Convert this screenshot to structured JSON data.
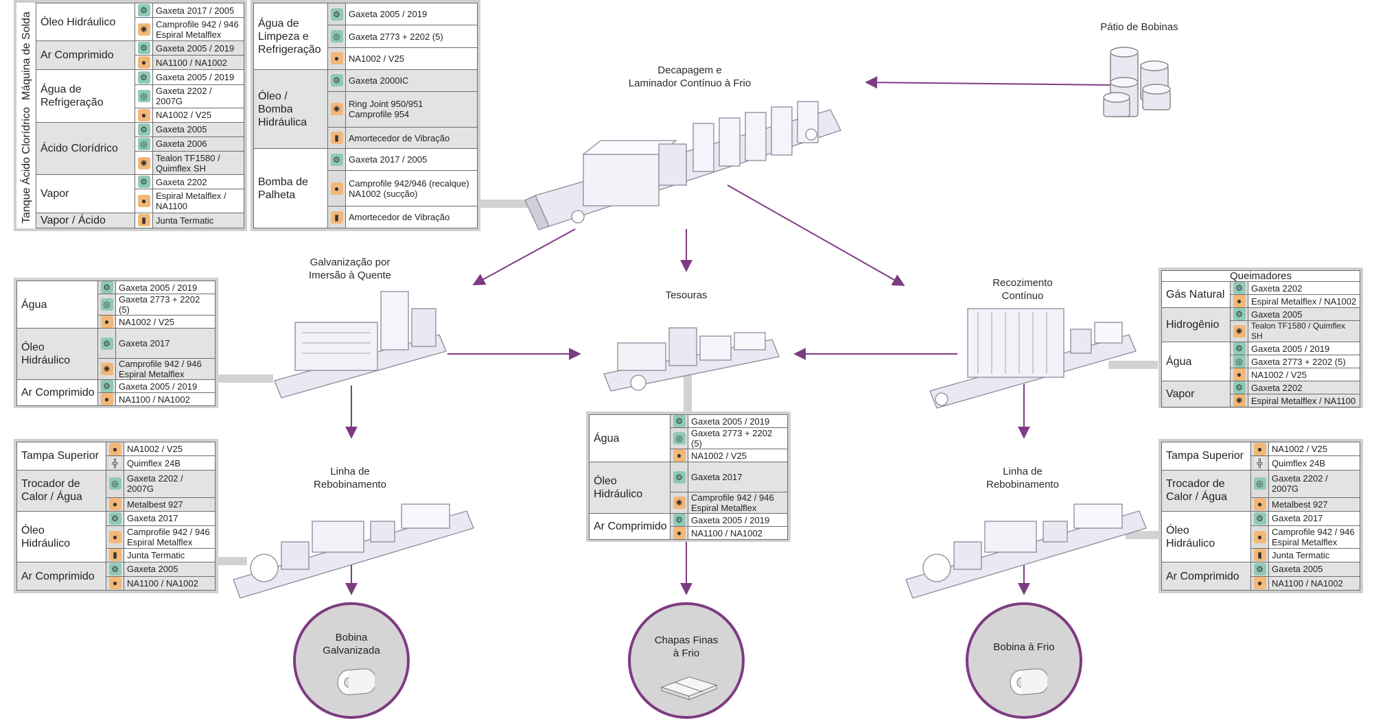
{
  "nodes": {
    "patio": "Pátio de Bobinas",
    "decapagem_1": "Decapagem e",
    "decapagem_2": "Laminador Contínuo à Frio",
    "galv_1": "Galvanização por",
    "galv_2": "Imersão à Quente",
    "tesouras": "Tesouras",
    "recoz_1": "Recozimento",
    "recoz_2": "Contínuo",
    "rebob_1": "Linha de",
    "rebob_2": "Rebobinamento",
    "bobina_galv_1": "Bobina",
    "bobina_galv_2": "Galvanizada",
    "chapas_1": "Chapas Finas",
    "chapas_2": "à Frio",
    "bobina_frio": "Bobina à Frio"
  },
  "tank_label": "Tanque Ácido Clorídrico",
  "weld_label": "Máquina de Solda",
  "t1": {
    "oleo": "Óleo Hidráulico",
    "ar": "Ar Comprimido",
    "agua_1": "Água de",
    "agua_2": "Refrigeração",
    "acido": "Ácido Clorídrico",
    "vapor": "Vapor",
    "vapor_acido": "Vapor / Ácido",
    "p1": "Gaxeta 2017 / 2005",
    "p2a": "Camprofile 942 / 946",
    "p2b": "Espiral Metalflex",
    "p3": "Gaxeta 2005 / 2019",
    "p4": "NA1100 / NA1002",
    "p5": "Gaxeta 2005 / 2019",
    "p6": "Gaxeta 2202 / 2007G",
    "p7": "NA1002 / V25",
    "p8": "Gaxeta 2005",
    "p9": "Gaxeta 2006",
    "p10a": "Tealon TF1580 /",
    "p10b": "Quimflex SH",
    "p11": "Gaxeta 2202",
    "p12a": "Espiral Metalflex /",
    "p12b": "NA1100",
    "p13": "Junta Termatic"
  },
  "t2": {
    "agua_1": "Água de",
    "agua_2": "Limpeza e",
    "agua_3": "Refrigeração",
    "oleo_1": "Óleo / Bomba",
    "oleo_2": "Hidráulica",
    "bomba_1": "Bomba de",
    "bomba_2": "Palheta",
    "p1": "Gaxeta 2005 / 2019",
    "p2": "Gaxeta 2773 + 2202 (5)",
    "p3": "NA1002 / V25",
    "p4": "Gaxeta 2000IC",
    "p5a": "Ring Joint 950/951",
    "p5b": "Camprofile 954",
    "p6": "Amortecedor de Vibração",
    "p7": "Gaxeta 2017 / 2005",
    "p8a": "Camprofile 942/946 (recalque)",
    "p8b": "NA1002 (sucção)",
    "p9": "Amortecedor de Vibração"
  },
  "t3": {
    "agua": "Água",
    "oleo_1": "Óleo",
    "oleo_2": "Hidráulico",
    "ar": "Ar Comprimido",
    "p1": "Gaxeta 2005 / 2019",
    "p2": "Gaxeta 2773 + 2202 (5)",
    "p3": "NA1002 / V25",
    "p4": "Gaxeta 2017",
    "p5a": "Camprofile 942 / 946",
    "p5b": "Espiral Metalflex",
    "p6": "Gaxeta 2005 / 2019",
    "p7": "NA1100 / NA1002"
  },
  "t4": {
    "agua": "Água",
    "oleo_1": "Óleo",
    "oleo_2": "Hidráulico",
    "ar": "Ar Comprimido",
    "p1": "Gaxeta 2005 / 2019",
    "p2": "Gaxeta 2773 + 2202 (5)",
    "p3": "NA1002 / V25",
    "p4": "Gaxeta 2017",
    "p5a": "Camprofile 942 / 946",
    "p5b": "Espiral Metalflex",
    "p6": "Gaxeta 2005 / 2019",
    "p7": "NA1100 / NA1002"
  },
  "t5": {
    "header": "Queimadores",
    "gas": "Gás Natural",
    "hidro": "Hidrogênio",
    "agua": "Água",
    "vapor": "Vapor",
    "p1": "Gaxeta 2202",
    "p2": "Espiral Metalflex / NA1002",
    "p3": "Gaxeta 2005",
    "p4": "Tealon TF1580 / Quimflex SH",
    "p5": "Gaxeta 2005 / 2019",
    "p6": "Gaxeta 2773 + 2202 (5)",
    "p7": "NA1002 / V25",
    "p8": "Gaxeta 2202",
    "p9": "Espiral Metalflex / NA1100"
  },
  "t6": {
    "tampa": "Tampa Superior",
    "troc_1": "Trocador de",
    "troc_2": "Calor / Água",
    "oleo_1": "Óleo",
    "oleo_2": "Hidráulico",
    "ar": "Ar Comprimido",
    "p1": "NA1002 / V25",
    "p2": "Quimflex 24B",
    "p3": "Gaxeta 2202 / 2007G",
    "p4": "Metalbest 927",
    "p5": "Gaxeta 2017",
    "p6a": "Camprofile 942 / 946",
    "p6b": "Espiral Metalflex",
    "p7": "Junta Termatic",
    "p8": "Gaxeta 2005",
    "p9": "NA1100 / NA1002"
  },
  "t7": {
    "tampa": "Tampa Superior",
    "troc_1": "Trocador de",
    "troc_2": "Calor / Água",
    "oleo_1": "Óleo",
    "oleo_2": "Hidráulico",
    "ar": "Ar Comprimido",
    "p1": "NA1002 / V25",
    "p2": "Quimflex 24B",
    "p3": "Gaxeta 2202 / 2007G",
    "p4": "Metalbest 927",
    "p5": "Gaxeta 2017",
    "p6a": "Camprofile 942 / 946",
    "p6b": "Espiral Metalflex",
    "p7": "Junta Termatic",
    "p8": "Gaxeta 2005",
    "p9": "NA1100 / NA1002"
  },
  "colors": {
    "arrow": "#7d3b82",
    "gasket": "#8fc9b8",
    "metal": "#f3b778",
    "frame": "#cfcfcf"
  }
}
